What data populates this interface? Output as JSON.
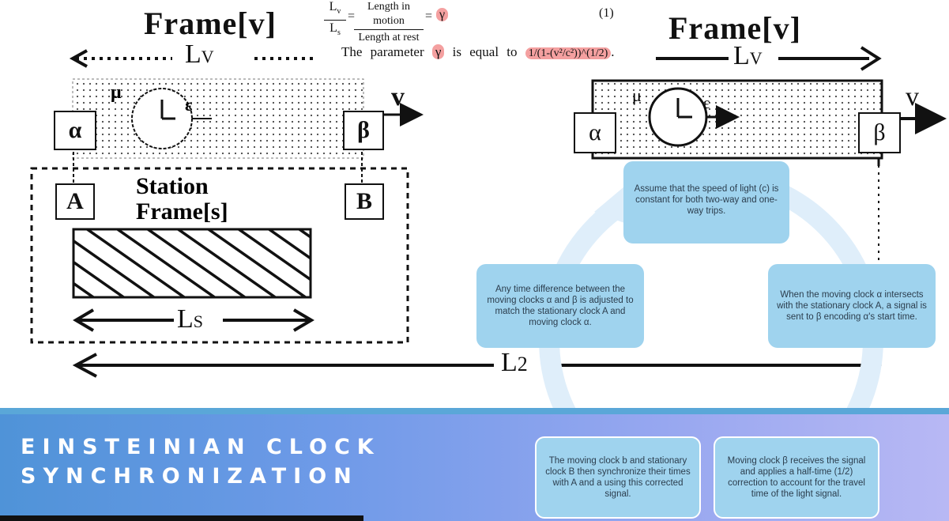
{
  "title": {
    "line1": "EINSTEINIAN CLOCK",
    "line2": "SYNCHRONIZATION"
  },
  "formula": {
    "lv": "L",
    "lv_sub": "v",
    "ls": "L",
    "ls_sub": "s",
    "numerator": "Length in motion",
    "denominator": "Length at rest",
    "gamma": "γ",
    "equation_number": "(1)",
    "sentence_prefix": "The parameter",
    "sentence_mid": "is equal to",
    "gamma_expr": "1/(1-(v²/c²))^(1/2)",
    "period": "."
  },
  "left_diagram": {
    "frame_title": "Frame[v]",
    "length_label": "L",
    "length_sub": "V",
    "velocity": "v",
    "alpha": "α",
    "beta": "β",
    "station_box_a": "A",
    "station_box_b": "B",
    "station_label_1": "Station",
    "station_label_2": "Frame[s]",
    "rest_length": "L",
    "rest_sub": "S",
    "clock_mu": "μ",
    "clock_epsilon": "ε"
  },
  "right_diagram": {
    "frame_title": "Frame[v]",
    "length_label": "L",
    "length_sub": "V",
    "velocity": "v",
    "alpha": "α",
    "beta": "β",
    "clock_mu": "μ",
    "clock_epsilon": "ε"
  },
  "l2_label": "L",
  "l2_sub": "2",
  "cycle": {
    "step1": "Assume that the speed of light (c) is constant for both two-way and one-way trips.",
    "step2": "When the moving clock α intersects with the stationary clock A, a signal is sent to β encoding α's start time.",
    "step3": "Moving clock β receives the signal and applies a half-time (1/2) correction to account for the travel time of the light signal.",
    "step4": "The moving clock b and stationary clock B then synchronize their times with A and a using this corrected signal.",
    "step5": "Any time difference between the moving clocks α and β is adjusted to match the stationary clock A and moving clock α."
  },
  "colors": {
    "card": "#9fd3ee",
    "ring": "#dfeefa",
    "highlight": "#f4a0a0",
    "banner_start": "#4f93d8",
    "banner_end": "#b8b8f4"
  }
}
